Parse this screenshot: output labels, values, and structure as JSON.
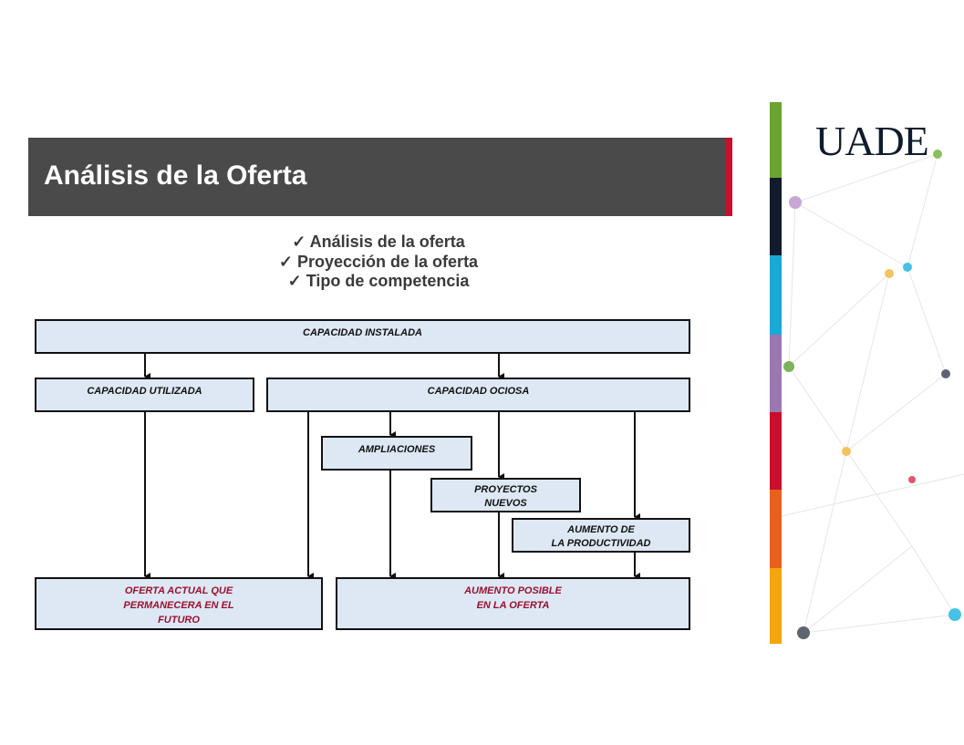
{
  "header": {
    "title": "Análisis de la Oferta"
  },
  "bullets": [
    {
      "icon": "check-icon",
      "text": "Análisis de la oferta"
    },
    {
      "icon": "check-icon",
      "text": "Proyección de la oferta"
    },
    {
      "icon": "check-icon",
      "text": "Tipo de competencia"
    }
  ],
  "diagram": {
    "instalada": "CAPACIDAD INSTALADA",
    "utilizada": "CAPACIDAD UTILIZADA",
    "ociosa": "CAPACIDAD OCIOSA",
    "ampliaciones": "AMPLIACIONES",
    "proyectos": "PROYECTOS\nNUEVOS",
    "productividad": "AUMENTO DE\nLA  PRODUCTIVIDAD",
    "oferta_actual": "OFERTA ACTUAL QUE\nPERMANECERA EN EL\nFUTURO",
    "aumento_posible": "AUMENTO POSIBLE\nEN LA OFERTA"
  },
  "brand": {
    "logo": "UADE",
    "colors": [
      "#6aa431",
      "#111b2b",
      "#1aa8d4",
      "#9a78b0",
      "#c8102e",
      "#e8601e",
      "#f4a50f"
    ]
  }
}
